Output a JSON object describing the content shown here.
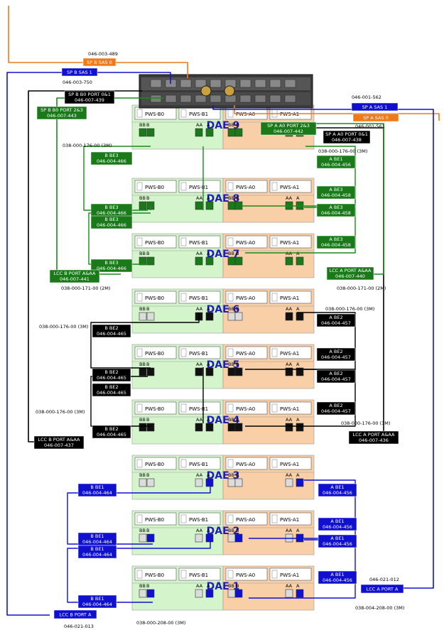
{
  "colors": {
    "b_side": "#d4f5cc",
    "a_side": "#f8cfa6",
    "green": "#1a8a1a",
    "black": "#000000",
    "blue": "#1010d0",
    "orange": "#f07a1a"
  },
  "daes": [
    {
      "name": "DAE 9",
      "ps": [
        "PWS-B0",
        "PWS-B1",
        "PWS-A0",
        "PWS-A1"
      ],
      "ports": [
        "BB",
        "B",
        "AA",
        "A",
        "BB",
        "B",
        "AA",
        "A"
      ]
    },
    {
      "name": "DAE 8",
      "ps": [
        "PWS-B0",
        "PWS-B1",
        "PWS-A0",
        "PWS-A1"
      ],
      "ports": [
        "BB",
        "B",
        "AA",
        "A",
        "BB",
        "B",
        "AA",
        "A"
      ]
    },
    {
      "name": "DAE 7",
      "ps": [
        "PWS-B0",
        "PWS-B1",
        "PWS-A0",
        "PWS-A1"
      ],
      "ports": [
        "BB",
        "B",
        "AA",
        "A",
        "BB",
        "B",
        "AA",
        "A"
      ]
    },
    {
      "name": "DAE 6",
      "ps": [
        "PWS-B0",
        "PWS-B1",
        "PWS-A0",
        "PWS-A1"
      ],
      "ports": [
        "BB",
        "B",
        "AA",
        "A",
        "BB",
        "B",
        "AA",
        "A"
      ]
    },
    {
      "name": "DAE 5",
      "ps": [
        "PWS-B0",
        "PWS-B1",
        "PWS-A0",
        "PWS-A1"
      ],
      "ports": [
        "BB",
        "B",
        "AA",
        "A",
        "BB",
        "B",
        "AA",
        "A"
      ]
    },
    {
      "name": "DAE 4",
      "ps": [
        "PWS-B0",
        "PWS-B1",
        "PWS-A0",
        "PWS-A1"
      ],
      "ports": [
        "BB",
        "B",
        "AA",
        "A",
        "BB",
        "B",
        "AA",
        "A"
      ]
    },
    {
      "name": "DAE 3",
      "ps": [
        "PWS-B0",
        "PWS-B1",
        "PWS-A0",
        "PWS-A1"
      ],
      "ports": [
        "BB",
        "B",
        "AA",
        "A",
        "BB",
        "B",
        "AA",
        "A"
      ]
    },
    {
      "name": "DAE 2",
      "ps": [
        "PWS-B0",
        "PWS-B1",
        "PWS-A0",
        "PWS-A1"
      ],
      "ports": [
        "BB",
        "B",
        "AA",
        "A",
        "BB",
        "B",
        "AA",
        "A"
      ]
    },
    {
      "name": "DAE 1",
      "ps": [
        "PWS-B0",
        "PWS-B1",
        "PWS-A0",
        "PWS-A1"
      ],
      "ports": [
        "BB",
        "B",
        "AA",
        "A",
        "BB",
        "B",
        "AA",
        "A"
      ]
    }
  ],
  "labels": [
    {
      "id": "sp-b-sas-0",
      "color": "orange",
      "lines": [
        "SP B SAS 0"
      ]
    },
    {
      "id": "sp-b-sas-1",
      "color": "blue",
      "lines": [
        "SP B SAS 1"
      ]
    },
    {
      "id": "sp-b-b0-port",
      "color": "black",
      "lines": [
        "SP B B0 PORT 0&1",
        "046-007-439"
      ]
    },
    {
      "id": "sp-b-b0-port-2",
      "color": "green",
      "lines": [
        "SP B B0 PORT 2&3",
        "046-007-443"
      ]
    },
    {
      "id": "sp-a-sas-1",
      "color": "blue",
      "lines": [
        "SP A SAS 1"
      ]
    },
    {
      "id": "sp-a-sas-0",
      "color": "orange",
      "lines": [
        "SP A SAS 0"
      ]
    },
    {
      "id": "sp-a-a0-port-2",
      "color": "green",
      "lines": [
        "SP A A0 PORT 2&3",
        "046-007-442"
      ]
    },
    {
      "id": "sp-a-a0-port",
      "color": "black",
      "lines": [
        "SP A A0 PORT 0&1",
        "046-007-438"
      ]
    },
    {
      "id": "b-be3-1",
      "color": "green",
      "lines": [
        "B BE3",
        "046-004-466"
      ]
    },
    {
      "id": "b-be3-2",
      "color": "green",
      "lines": [
        "B BE3",
        "046-004-466"
      ]
    },
    {
      "id": "b-be3-3",
      "color": "green",
      "lines": [
        "B BE3",
        "046-004-466"
      ]
    },
    {
      "id": "b-be3-4",
      "color": "green",
      "lines": [
        "B BE3",
        "046-004-466"
      ]
    },
    {
      "id": "lcc-b-port-green",
      "color": "green",
      "lines": [
        "LCC B PORT A&AA",
        "046-007-441"
      ]
    },
    {
      "id": "a-be1-green",
      "color": "green",
      "lines": [
        "A BE1",
        "046-004-456"
      ]
    },
    {
      "id": "a-be3-1",
      "color": "green",
      "lines": [
        "A BE3",
        "046-004-458"
      ]
    },
    {
      "id": "a-be3-2",
      "color": "green",
      "lines": [
        "A BE3",
        "046-004-458"
      ]
    },
    {
      "id": "a-be3-3",
      "color": "green",
      "lines": [
        "A BE3",
        "046-004-458"
      ]
    },
    {
      "id": "lcc-a-port-green",
      "color": "green",
      "lines": [
        "LCC A PORT A&AA",
        "046-007-440"
      ]
    },
    {
      "id": "b-be2-1",
      "color": "black",
      "lines": [
        "B BE2",
        "046-004-465"
      ]
    },
    {
      "id": "b-be2-2",
      "color": "black",
      "lines": [
        "B BE2",
        "046-004-465"
      ]
    },
    {
      "id": "b-be2-3",
      "color": "black",
      "lines": [
        "B BE2",
        "046-004-465"
      ]
    },
    {
      "id": "b-be2-4",
      "color": "black",
      "lines": [
        "B BE2",
        "046-004-465"
      ]
    },
    {
      "id": "lcc-b-port-black",
      "color": "black",
      "lines": [
        "LCC B PORT A&AA",
        "046-007-437"
      ]
    },
    {
      "id": "a-be2-1",
      "color": "black",
      "lines": [
        "A BE2",
        "046-004-457"
      ]
    },
    {
      "id": "a-be2-2",
      "color": "black",
      "lines": [
        "A BE2",
        "046-004-457"
      ]
    },
    {
      "id": "a-be2-3",
      "color": "black",
      "lines": [
        "A BE2",
        "046-004-457"
      ]
    },
    {
      "id": "a-be2-4",
      "color": "black",
      "lines": [
        "A BE2",
        "046-004-457"
      ]
    },
    {
      "id": "lcc-a-port-black",
      "color": "black",
      "lines": [
        "LCC A PORT A&AA",
        "046-007-436"
      ]
    },
    {
      "id": "b-be1-1",
      "color": "blue",
      "lines": [
        "B BE1",
        "046-004-464"
      ]
    },
    {
      "id": "b-be1-2",
      "color": "blue",
      "lines": [
        "B BE1",
        "046-004-464"
      ]
    },
    {
      "id": "b-be1-3",
      "color": "blue",
      "lines": [
        "B BE1",
        "046-004-464"
      ]
    },
    {
      "id": "b-be1-4",
      "color": "blue",
      "lines": [
        "B BE1",
        "046-004-464"
      ]
    },
    {
      "id": "lcc-b-port-a",
      "color": "blue",
      "lines": [
        "LCC B PORT A"
      ]
    },
    {
      "id": "a-be1-1",
      "color": "blue",
      "lines": [
        "A BE1",
        "046-004-456"
      ]
    },
    {
      "id": "a-be1-2",
      "color": "blue",
      "lines": [
        "A BE1",
        "046-004-456"
      ]
    },
    {
      "id": "a-be1-3",
      "color": "blue",
      "lines": [
        "A BE1",
        "046-004-456"
      ]
    },
    {
      "id": "a-be1-4",
      "color": "blue",
      "lines": [
        "A BE1",
        "046-004-456"
      ]
    },
    {
      "id": "lcc-a-port-a",
      "color": "blue",
      "lines": [
        "LCC A PORT A"
      ]
    }
  ],
  "texts": [
    {
      "id": "t-046-003-489",
      "text": "046-003-489"
    },
    {
      "id": "t-046-003-750",
      "text": "046-003-750"
    },
    {
      "id": "t-046-001-562",
      "text": "046-001-562"
    },
    {
      "id": "t-046-001-561",
      "text": "046-001-561"
    },
    {
      "id": "t-cable-176-b9",
      "text": "038-000-176-00 (3M)"
    },
    {
      "id": "t-cable-176-a9",
      "text": "038-000-176-00 (3M)"
    },
    {
      "id": "t-cable-171-b",
      "text": "038-000-171-00 (2M)"
    },
    {
      "id": "t-cable-171-a",
      "text": "038-000-171-00 (2M)"
    },
    {
      "id": "t-cable-176-b6",
      "text": "038-000-176-00 (3M)"
    },
    {
      "id": "t-cable-176-a6",
      "text": "038-000-176-00 (3M)"
    },
    {
      "id": "t-cable-176-b4",
      "text": "038-000-176-00 (3M)"
    },
    {
      "id": "t-cable-176-a4",
      "text": "038-000-176-00 (3M)"
    },
    {
      "id": "t-046-021-012",
      "text": "046-021-012"
    },
    {
      "id": "t-cable-208-a",
      "text": "038-004-208-00 (3M)"
    },
    {
      "id": "t-cable-208-b",
      "text": "038-000-208-00 (3M)"
    },
    {
      "id": "t-046-021-013",
      "text": "046-021-013"
    }
  ]
}
